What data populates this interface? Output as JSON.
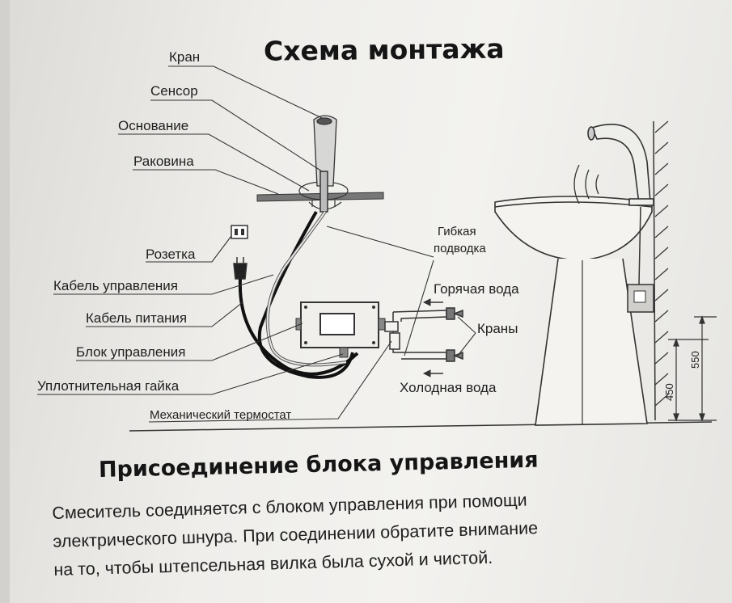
{
  "diagram": {
    "title": "Схема монтажа",
    "labels": {
      "faucet": "Кран",
      "sensor": "Сенсор",
      "base": "Основание",
      "sink": "Раковина",
      "socket": "Розетка",
      "control_cable": "Кабель управления",
      "power_cable": "Кабель питания",
      "control_unit": "Блок управления",
      "sealing_nut": "Уплотнительная гайка",
      "thermostat": "Механический термостат",
      "flexible_hose_line1": "Гибкая",
      "flexible_hose_line2": "подводка",
      "hot_water": "Горячая вода",
      "valves": "Краны",
      "cold_water": "Холодная вода"
    },
    "dimensions": {
      "height_450": "450",
      "height_550": "550"
    }
  },
  "section": {
    "title": "Присоединение блока управления",
    "lines": [
      "Смеситель соединяется с блоком управления при помощи",
      "электрического шнура. При соединении обратите внимание",
      "на то, чтобы штепсельная вилка была сухой и чистой."
    ]
  }
}
